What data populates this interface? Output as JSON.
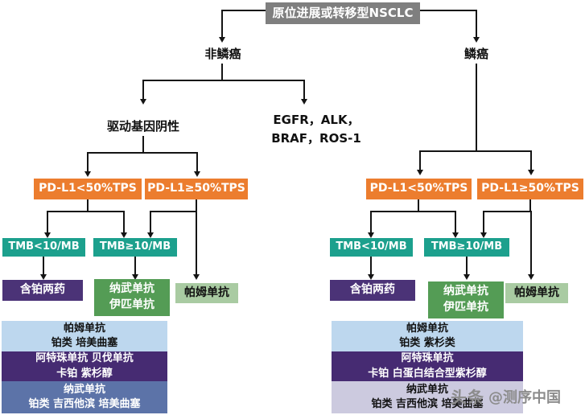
{
  "root": {
    "title": "原位进展或转移型NSCLC"
  },
  "left": {
    "branch_label": "非鳞癌",
    "driver_negative_label": "驱动基因阴性",
    "driver_positive_line1": "EGFR，ALK，",
    "driver_positive_line2": "BRAF，ROS-1",
    "pdl1_low": "PD-L1<50%TPS",
    "pdl1_high": "PD-L1≥50%TPS",
    "tmb_low": "TMB<10/MB",
    "tmb_high": "TMB≥10/MB",
    "platinum_doublet": "含铂两药",
    "nivo_ipi_line1": "纳武单抗",
    "nivo_ipi_line2": "伊匹单抗",
    "pembrolizumab": "帕姆单抗",
    "regimen1_line1": "帕姆单抗",
    "regimen1_line2": "铂类 培美曲塞",
    "regimen2_line1": "阿特珠单抗 贝伐单抗",
    "regimen2_line2": "卡铂 紫杉醇",
    "regimen3_line1": "纳武单抗",
    "regimen3_line2": "铂类 吉西他滨 培美曲塞"
  },
  "right": {
    "branch_label": "鳞癌",
    "pdl1_low": "PD-L1<50%TPS",
    "pdl1_high": "PD-L1≥50%TPS",
    "tmb_low": "TMB<10/MB",
    "tmb_high": "TMB≥10/MB",
    "platinum_doublet": "含铂两药",
    "nivo_ipi_line1": "纳武单抗",
    "nivo_ipi_line2": "伊匹单抗",
    "pembrolizumab": "帕姆单抗",
    "regimen1_line1": "帕姆单抗",
    "regimen1_line2": "铂类 紫杉类",
    "regimen2_line1": "阿特珠单抗",
    "regimen2_line2": "卡铂 白蛋白结合型紫杉醇",
    "regimen3_line1": "纳武单抗",
    "regimen3_line2": "铂类 吉西他滨 培美曲塞"
  },
  "watermark": {
    "logo": "头条",
    "handle": "@测序中国"
  },
  "colors": {
    "title_bg": "#7F7F7F",
    "pdl1_bg": "#EC7D2E",
    "tmb_bg": "#1CA08D",
    "platinum_bg": "#4B3377",
    "nivo_ipi_bg": "#549C55",
    "pembro_bg": "#A9CBA2",
    "regimen_light_blue": "#BDD7EE",
    "regimen_purple": "#462B72",
    "regimen_slate_blue": "#5C73A8",
    "regimen_lavender": "#CCCADF",
    "line": "#141414",
    "watermark": "#8C8C8C"
  }
}
